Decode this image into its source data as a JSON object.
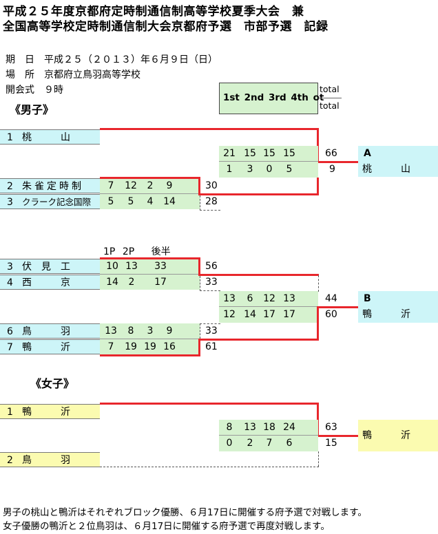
{
  "title": {
    "line1": "平成２５年度京都府定時制通信制高等学校夏季大会　兼",
    "line2": "全国高等学校定時制通信制大会京都府予選　市部予選　記録"
  },
  "info": {
    "date": "期　日　平成２５（２０１３）年６月９日（日）",
    "venue": "場　所　京都府立鳥羽高等学校",
    "opening": "開会式　９時"
  },
  "legend": {
    "periods": [
      "1st",
      "2nd",
      "3rd",
      "4th",
      "ot"
    ],
    "total_top": "total",
    "total_bottom": "total"
  },
  "boys_heading": "《男子》",
  "girls_heading": "《女子》",
  "boys": {
    "match1": {
      "team": {
        "num": "1",
        "name": "桃　　　山"
      },
      "score_top": [
        "21",
        "15",
        "15",
        "15"
      ],
      "score_bottom": [
        "1",
        "3",
        "0",
        "5"
      ],
      "total_top": "66",
      "total_bottom": "9"
    },
    "match2": {
      "top": {
        "num": "2",
        "name": "朱雀定時制",
        "scores": [
          "7",
          "12",
          "2",
          "9"
        ],
        "total": "30"
      },
      "bottom": {
        "num": "3",
        "name": "クラーク記念国際",
        "scores": [
          "5",
          "5",
          "4",
          "14"
        ],
        "total": "28"
      }
    },
    "result_a": {
      "label": "A",
      "winner": "桃　　　山"
    },
    "half_header": [
      "1P",
      "2P",
      "後半"
    ],
    "match3": {
      "top": {
        "num": "3",
        "name": "伏見工業",
        "scores": [
          "10",
          "13",
          "33"
        ],
        "total": "56"
      },
      "bottom": {
        "num": "4",
        "name": "西　　　京",
        "scores": [
          "14",
          "2",
          "17"
        ],
        "total": "33"
      }
    },
    "match4": {
      "top": {
        "num": "6",
        "name": "鳥　　　羽",
        "scores": [
          "13",
          "8",
          "3",
          "9"
        ],
        "total": "33"
      },
      "bottom": {
        "num": "7",
        "name": "鴨　　　沂",
        "scores": [
          "7",
          "19",
          "19",
          "16"
        ],
        "total": "61"
      }
    },
    "final_b": {
      "score_top": [
        "13",
        "6",
        "12",
        "13"
      ],
      "score_bottom": [
        "12",
        "14",
        "17",
        "17"
      ],
      "total_top": "44",
      "total_bottom": "60"
    },
    "result_b": {
      "label": "B",
      "winner": "鴨　　　沂"
    }
  },
  "girls": {
    "top": {
      "num": "1",
      "name": "鴨　　　沂"
    },
    "bottom": {
      "num": "2",
      "name": "鳥　　　羽"
    },
    "score_top": [
      "8",
      "13",
      "18",
      "24"
    ],
    "score_bottom": [
      "0",
      "2",
      "7",
      "6"
    ],
    "total_top": "63",
    "total_bottom": "15",
    "winner": "鴨　　　沂"
  },
  "notes": {
    "line1": "男子の桃山と鴨沂はそれぞれブロック優勝、６月17日に開催する府予選で対戦します。",
    "line2": "女子優勝の鴨沂と２位鳥羽は、６月17日に開催する府予選で再度対戦します。"
  },
  "colors": {
    "team_cyan": "#cdf5f8",
    "score_green": "#d6f2cf",
    "girls_yellow": "#fbfbb0",
    "bracket_red": "#e8262c"
  }
}
